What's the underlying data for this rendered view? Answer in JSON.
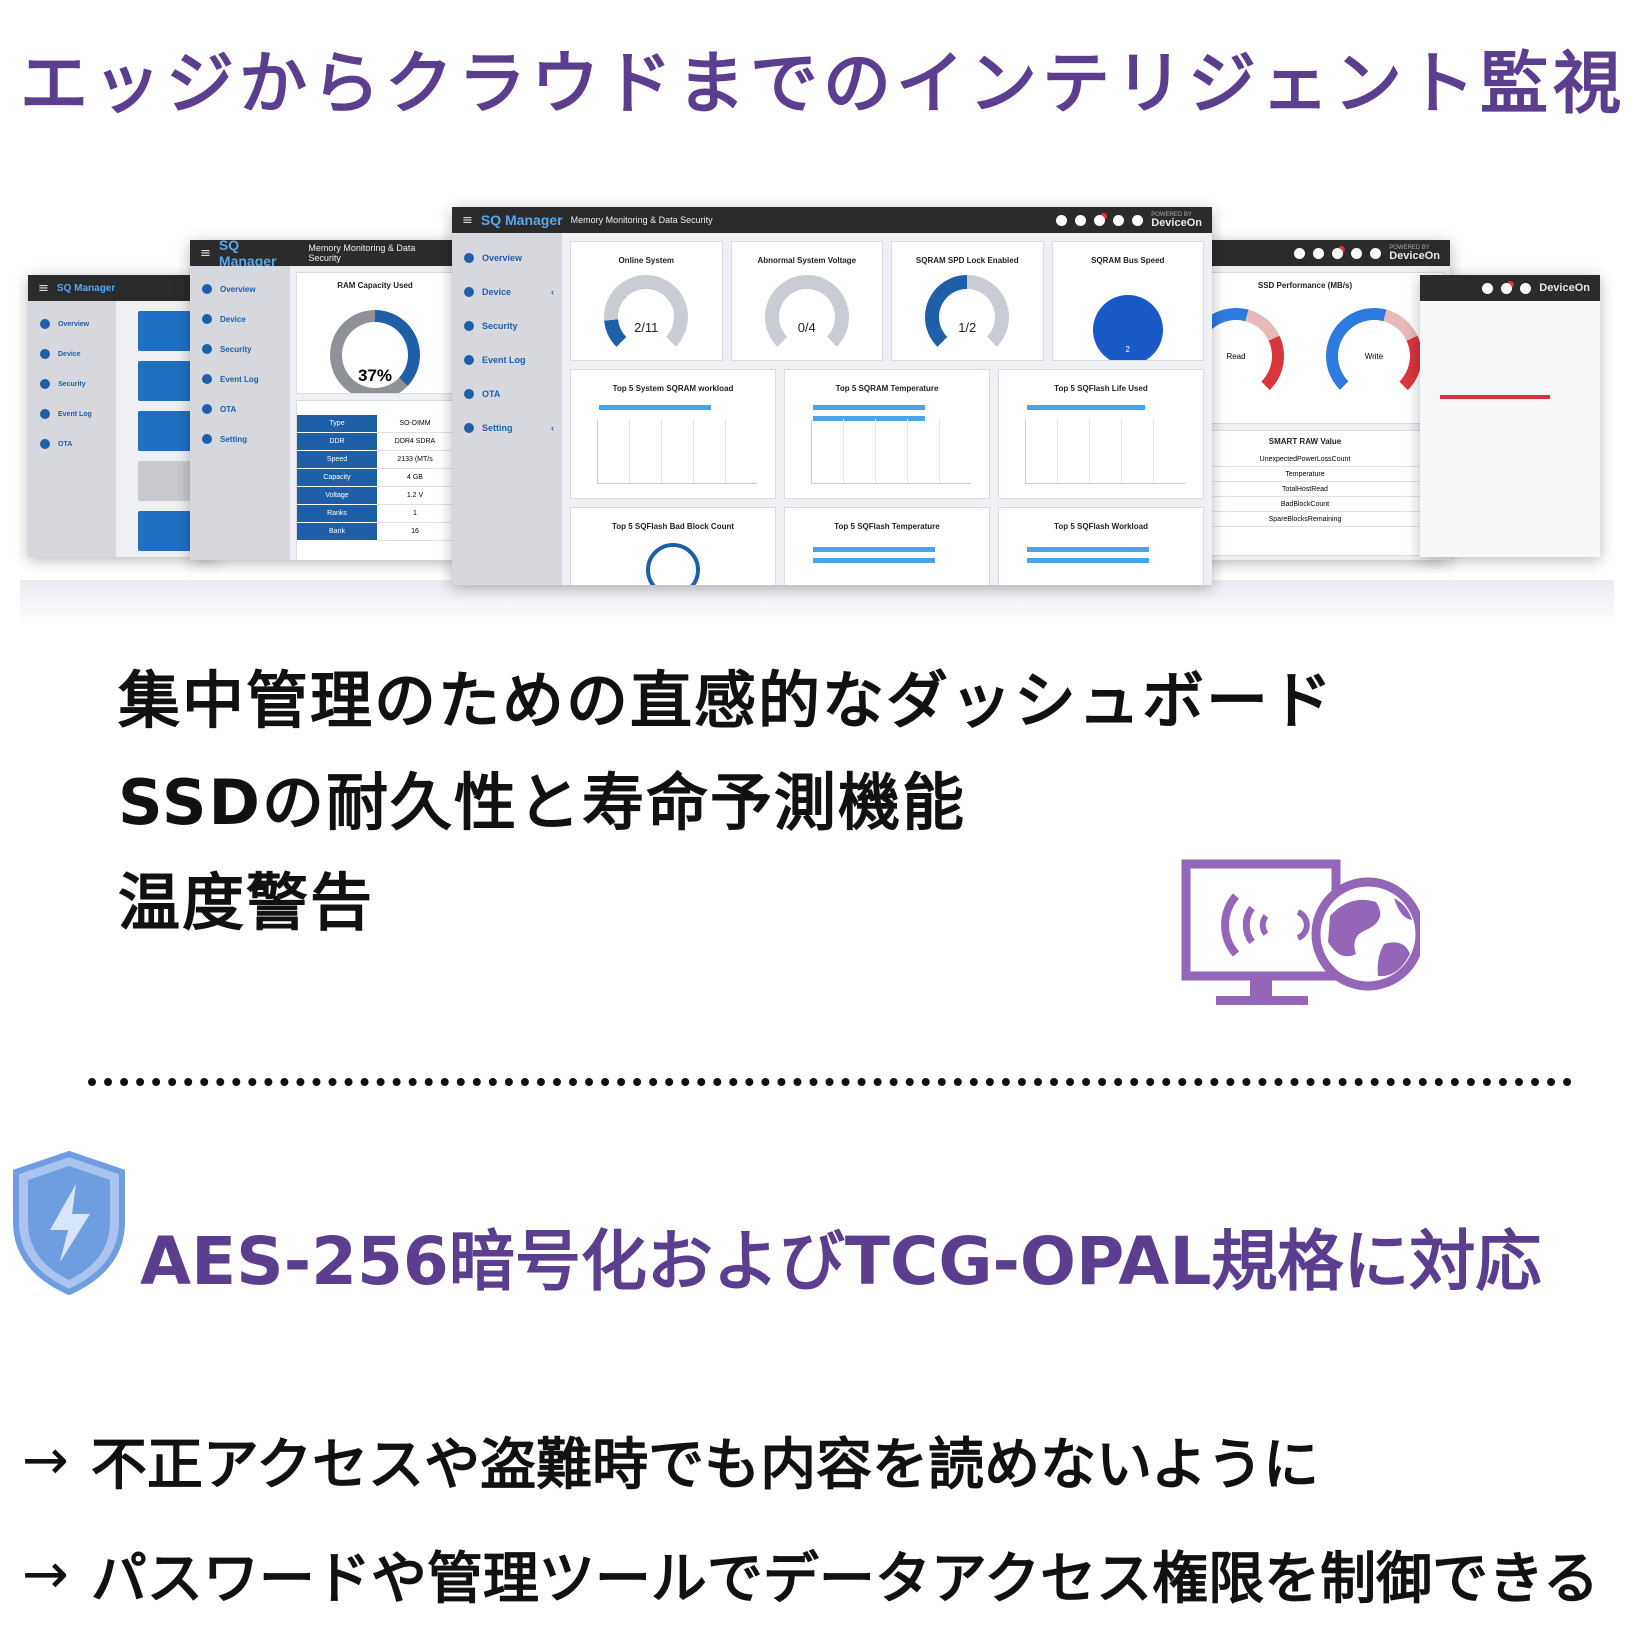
{
  "headline": "エッジからクラウドまでのインテリジェント監視",
  "dashboard": {
    "brand": "SQ Manager",
    "subtitle": "Memory Monitoring & Data Security",
    "powered_by": "POWERED BY",
    "vendor": "DeviceOn",
    "nav": [
      "Overview",
      "Device",
      "Security",
      "Event Log",
      "OTA",
      "Setting"
    ],
    "cards": [
      {
        "title": "Online System",
        "value": "2/11"
      },
      {
        "title": "Abnormal System Voltage",
        "value": "0/4"
      },
      {
        "title": "SQRAM SPD Lock Enabled",
        "value": "1/2"
      },
      {
        "title": "SQRAM Bus Speed",
        "value": "2"
      }
    ],
    "charts": [
      "Top 5 System SQRAM workload",
      "Top 5 SQRAM Temperature",
      "Top 5 SQFlash Life Used",
      "Top 5 SQFlash Bad Block Count",
      "Top 5 SQFlash Temperature",
      "Top 5 SQFlash Workload"
    ],
    "ram_title": "RAM Capacity Used",
    "ram_percent": "37%",
    "spec_rows": [
      {
        "k": "Type",
        "v": "SO-DIMM"
      },
      {
        "k": "DDR",
        "v": "DDR4 SDRA"
      },
      {
        "k": "Speed",
        "v": "2133 (MT/s"
      },
      {
        "k": "Capacity",
        "v": "4 GB"
      },
      {
        "k": "Voltage",
        "v": "1.2 V"
      },
      {
        "k": "Ranks",
        "v": "1"
      },
      {
        "k": "Bank",
        "v": "16"
      }
    ],
    "ssd_title": "SSD Performance (MB/s)",
    "ssd_read": "Read",
    "ssd_write": "Write",
    "smart_title": "SMART RAW Value",
    "smart_rows": [
      "UnexpectedPowerLossCount",
      "Temperature",
      "TotalHostRead",
      "BadBlockCount",
      "SpareBlocksRemaining"
    ]
  },
  "features": [
    "集中管理のための直感的なダッシュボード",
    "SSDの耐久性と寿命予測機能",
    "温度警告"
  ],
  "security_title": "AES-256暗号化およびTCG-OPAL規格に対応",
  "bullets": [
    {
      "arrow": "→",
      "text": "不正アクセスや盗難時でも内容を読めないように"
    },
    {
      "arrow": "→",
      "text": "パスワードや管理ツールでデータアクセス権限を制御できる"
    }
  ],
  "colors": {
    "accent": "#5b3f8e",
    "icon_purple": "#9366b8",
    "shield_blue": "#6f9ee0"
  }
}
